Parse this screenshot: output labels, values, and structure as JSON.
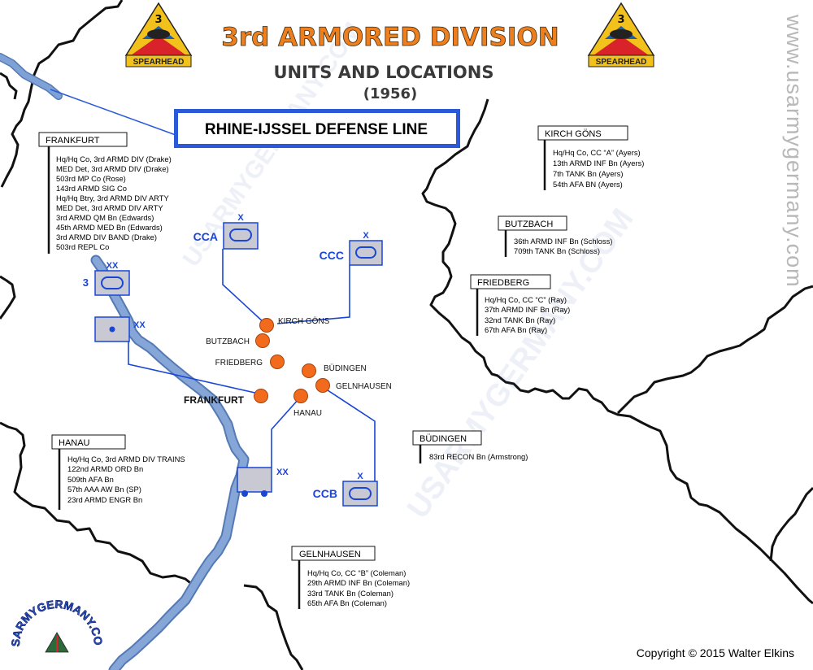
{
  "header": {
    "title": "3rd ARMORED DIVISION",
    "subtitle": "UNITS AND LOCATIONS",
    "year": "(1956)",
    "defense_line": "RHINE-IJSSEL DEFENSE LINE",
    "watermark_side": "www.usarmygermany.com",
    "watermark_center": "USARMYGERMANY.COM",
    "patch_number": "3",
    "patch_banner": "SPEARHEAD",
    "logo_text": "USARMYGERMANY.COM"
  },
  "copyright": "Copyright © 2015 Walter Elkins",
  "colors": {
    "river": "#6b8fc9",
    "river_edge": "#5579b4",
    "town": "#f26b1d",
    "symbol_fill": "#c9c9d3",
    "unit_blue": "#1a46d6",
    "border": "#111111"
  },
  "symbols": {
    "cca": {
      "label": "CCA",
      "echelon": "X"
    },
    "ccc": {
      "label": "CCC",
      "echelon": "X"
    },
    "ccb": {
      "label": "CCB",
      "echelon": "X"
    },
    "div_hq": {
      "label": "3",
      "echelon": "XX"
    },
    "div_rear": {
      "echelon": "XX"
    },
    "div_trains": {
      "echelon": "XX"
    }
  },
  "towns": {
    "kirch_gons": "KIRCH GÖNS",
    "butzbach": "BUTZBACH",
    "friedberg": "FRIEDBERG",
    "budingen": "BÜDINGEN",
    "gelnhausen": "GELNHAUSEN",
    "hanau": "HANAU",
    "frankfurt": "FRANKFURT"
  },
  "garrisons": {
    "frankfurt": {
      "title": "FRANKFURT",
      "units": [
        "Hq/Hq Co, 3rd ARMD DIV (Drake)",
        "MED Det, 3rd ARMD DIV (Drake)",
        "503rd MP Co (Rose)",
        "143rd ARMD SIG Co",
        "Hq/Hq Btry, 3rd ARMD DIV ARTY",
        "MED Det, 3rd ARMD DIV ARTY",
        "3rd ARMD QM Bn (Edwards)",
        "45th ARMD MED Bn (Edwards)",
        "3rd ARMD DIV BAND (Drake)",
        "503rd REPL Co"
      ]
    },
    "kirch_gons": {
      "title": "KIRCH GÖNS",
      "units": [
        "Hq/Hq Co, CC “A” (Ayers)",
        "13th ARMD INF Bn (Ayers)",
        "7th TANK Bn (Ayers)",
        "54th AFA BN (Ayers)"
      ]
    },
    "butzbach": {
      "title": "BUTZBACH",
      "units": [
        "36th ARMD INF Bn (Schloss)",
        "709th TANK Bn (Schloss)"
      ]
    },
    "friedberg": {
      "title": "FRIEDBERG",
      "units": [
        "Hq/Hq Co, CC “C” (Ray)",
        "37th ARMD INF Bn (Ray)",
        "32nd TANK Bn (Ray)",
        "67th AFA Bn (Ray)"
      ]
    },
    "budingen": {
      "title": "BÜDINGEN",
      "units": [
        "83rd RECON Bn (Armstrong)"
      ]
    },
    "hanau": {
      "title": "HANAU",
      "units": [
        "Hq/Hq Co, 3rd ARMD DIV TRAINS",
        "122nd ARMD ORD Bn",
        "509th AFA Bn",
        "57th AAA AW Bn (SP)",
        "23rd ARMD ENGR Bn"
      ]
    },
    "gelnhausen": {
      "title": "GELNHAUSEN",
      "units": [
        "Hq/Hq Co, CC “B” (Coleman)",
        "29th ARMD INF Bn (Coleman)",
        "33rd TANK Bn (Coleman)",
        "65th AFA Bn (Coleman)"
      ]
    }
  }
}
